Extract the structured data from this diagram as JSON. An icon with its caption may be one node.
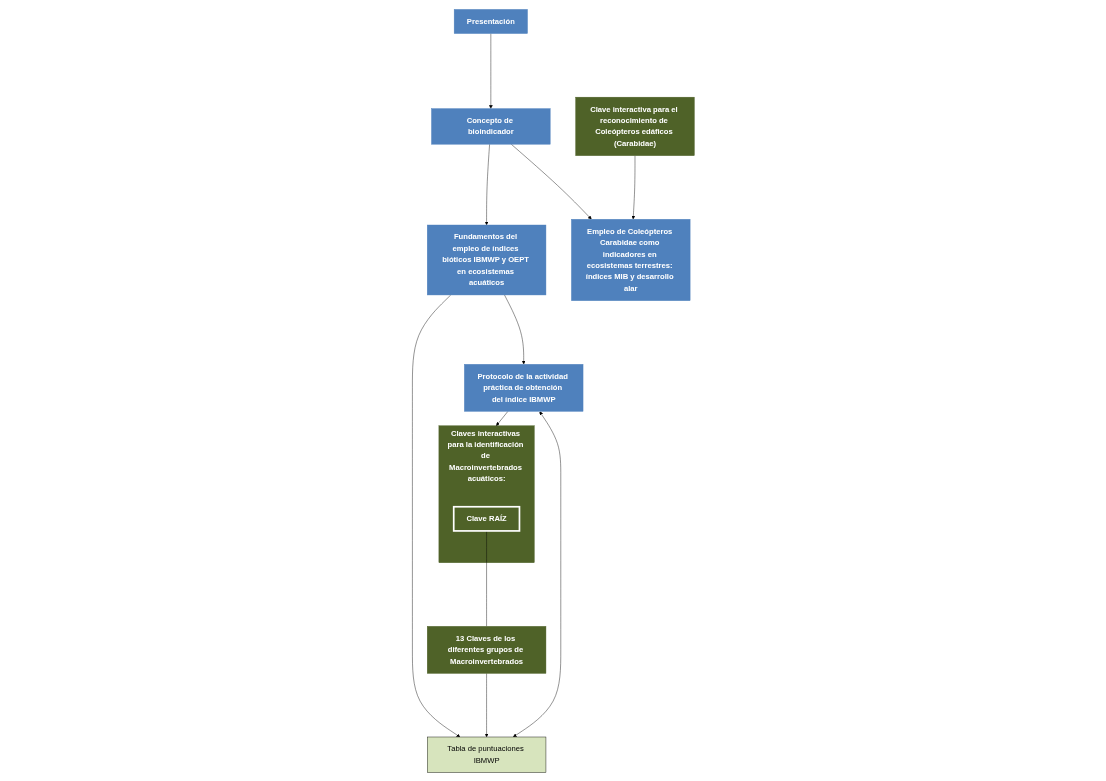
{
  "diagram": {
    "nodes": [
      {
        "text": [
          "Presentación"
        ]
      },
      {
        "text": [
          "Concepto de bioindicador"
        ]
      },
      {
        "text": [
          "Empleo de Coleópteros Carabidae como indicadores en ecosistemas terrestres: índices MIB y desarrollo alar"
        ]
      },
      {
        "text": [
          "Protocolo de la actividad práctica de obtención del índice IBMWP"
        ]
      },
      {
        "text": [
          "Fundamentos del empleo de índices bióticos IBMWP y OEPT en ecosistemas acuáticos"
        ]
      },
      {
        "text": [
          "Clave interactiva para el reconocimiento de Coleópteros edáficos (Carabidae)"
        ]
      },
      {
        "text": [
          "Claves interactivas para la identificación de Macroinvertebrados acuáticos:"
        ]
      },
      {
        "text": [
          "Clave RAÍZ"
        ],
        "in": 6
      },
      {
        "text": [
          "Tabla de puntuaciones IBMWP"
        ]
      },
      {
        "text": [
          "13 Claves de los diferentes grupos de Macroinvertebrados"
        ]
      }
    ],
    "edges": [
      {
        "from": 0,
        "to": 1,
        "arrow": "to"
      },
      {
        "from": 1,
        "to": 2,
        "arrow": "to"
      },
      {
        "from": 1,
        "to": 4,
        "arrow": "to"
      },
      {
        "from": 5,
        "to": 2,
        "arrow": "to"
      },
      {
        "from": 4,
        "to": 3,
        "arrow": "to"
      },
      {
        "from": 3,
        "to": 6,
        "arrow": "to"
      },
      {
        "from": 3,
        "to": 8,
        "arrow": "both"
      },
      {
        "from": 4,
        "to": 8,
        "arrow": "to"
      },
      {
        "from": 9,
        "to": 8,
        "arrow": "to"
      },
      {
        "from": 7,
        "to": 9,
        "arrow": "none"
      }
    ]
  }
}
